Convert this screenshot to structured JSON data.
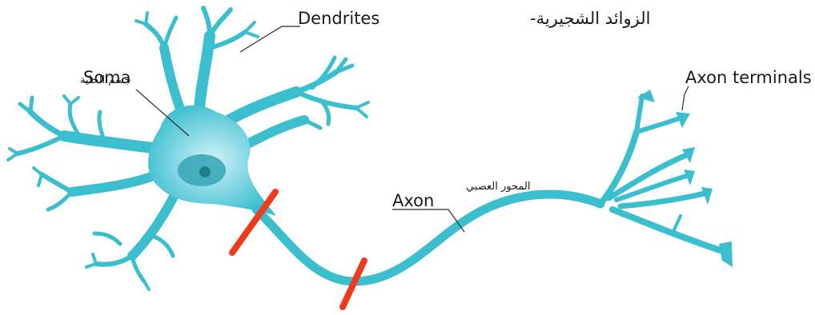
{
  "labels": {
    "dendrites_en": "Dendrites",
    "dendrites_ar": "الزوائد الشجيرية-",
    "soma_en": "Soma",
    "soma_ar": "جسم الخلية",
    "axon_en": "Axon",
    "axon_ar": "المحور العصبي",
    "axon_terminals_en": "Axon terminals"
  },
  "colors": {
    "neuron": "#3bbfcf",
    "soma_highlight": "#bfe9ef",
    "nucleus": "#3aa8b8",
    "nucleolus": "#1d7f8c",
    "myelin_marks": "#ee3b1e",
    "text": "#1a1a1a"
  }
}
